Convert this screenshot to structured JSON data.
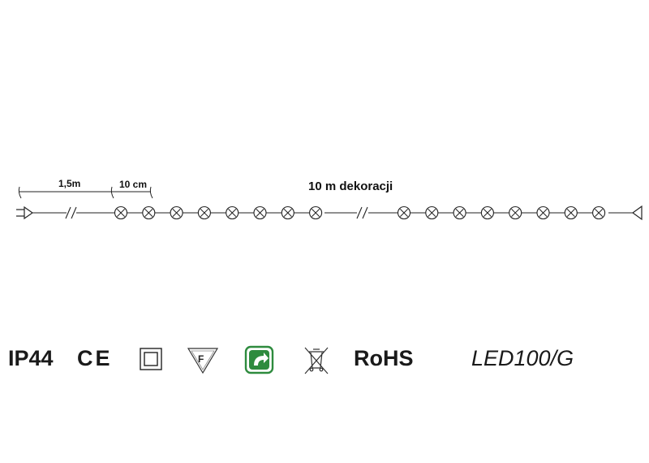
{
  "dimensions": {
    "lead_length": "1,5m",
    "bulb_spacing": "10 cm",
    "decoration_length": "10 m dekoracji"
  },
  "string": {
    "bulbs_before_break": 8,
    "bulbs_after_break": 8
  },
  "certifications": {
    "ip_rating": "IP44",
    "ce_mark": "CE",
    "class_ii_icon": "double-square-icon",
    "f_mark_letter": "F",
    "f_mark_icon": "triangle-f-icon",
    "recycle_icon": "green-arrow-icon",
    "weee_icon": "crossed-bin-icon",
    "rohs": "RoHS",
    "recycle_color": "#2e8b3e"
  },
  "model": "LED100/G"
}
